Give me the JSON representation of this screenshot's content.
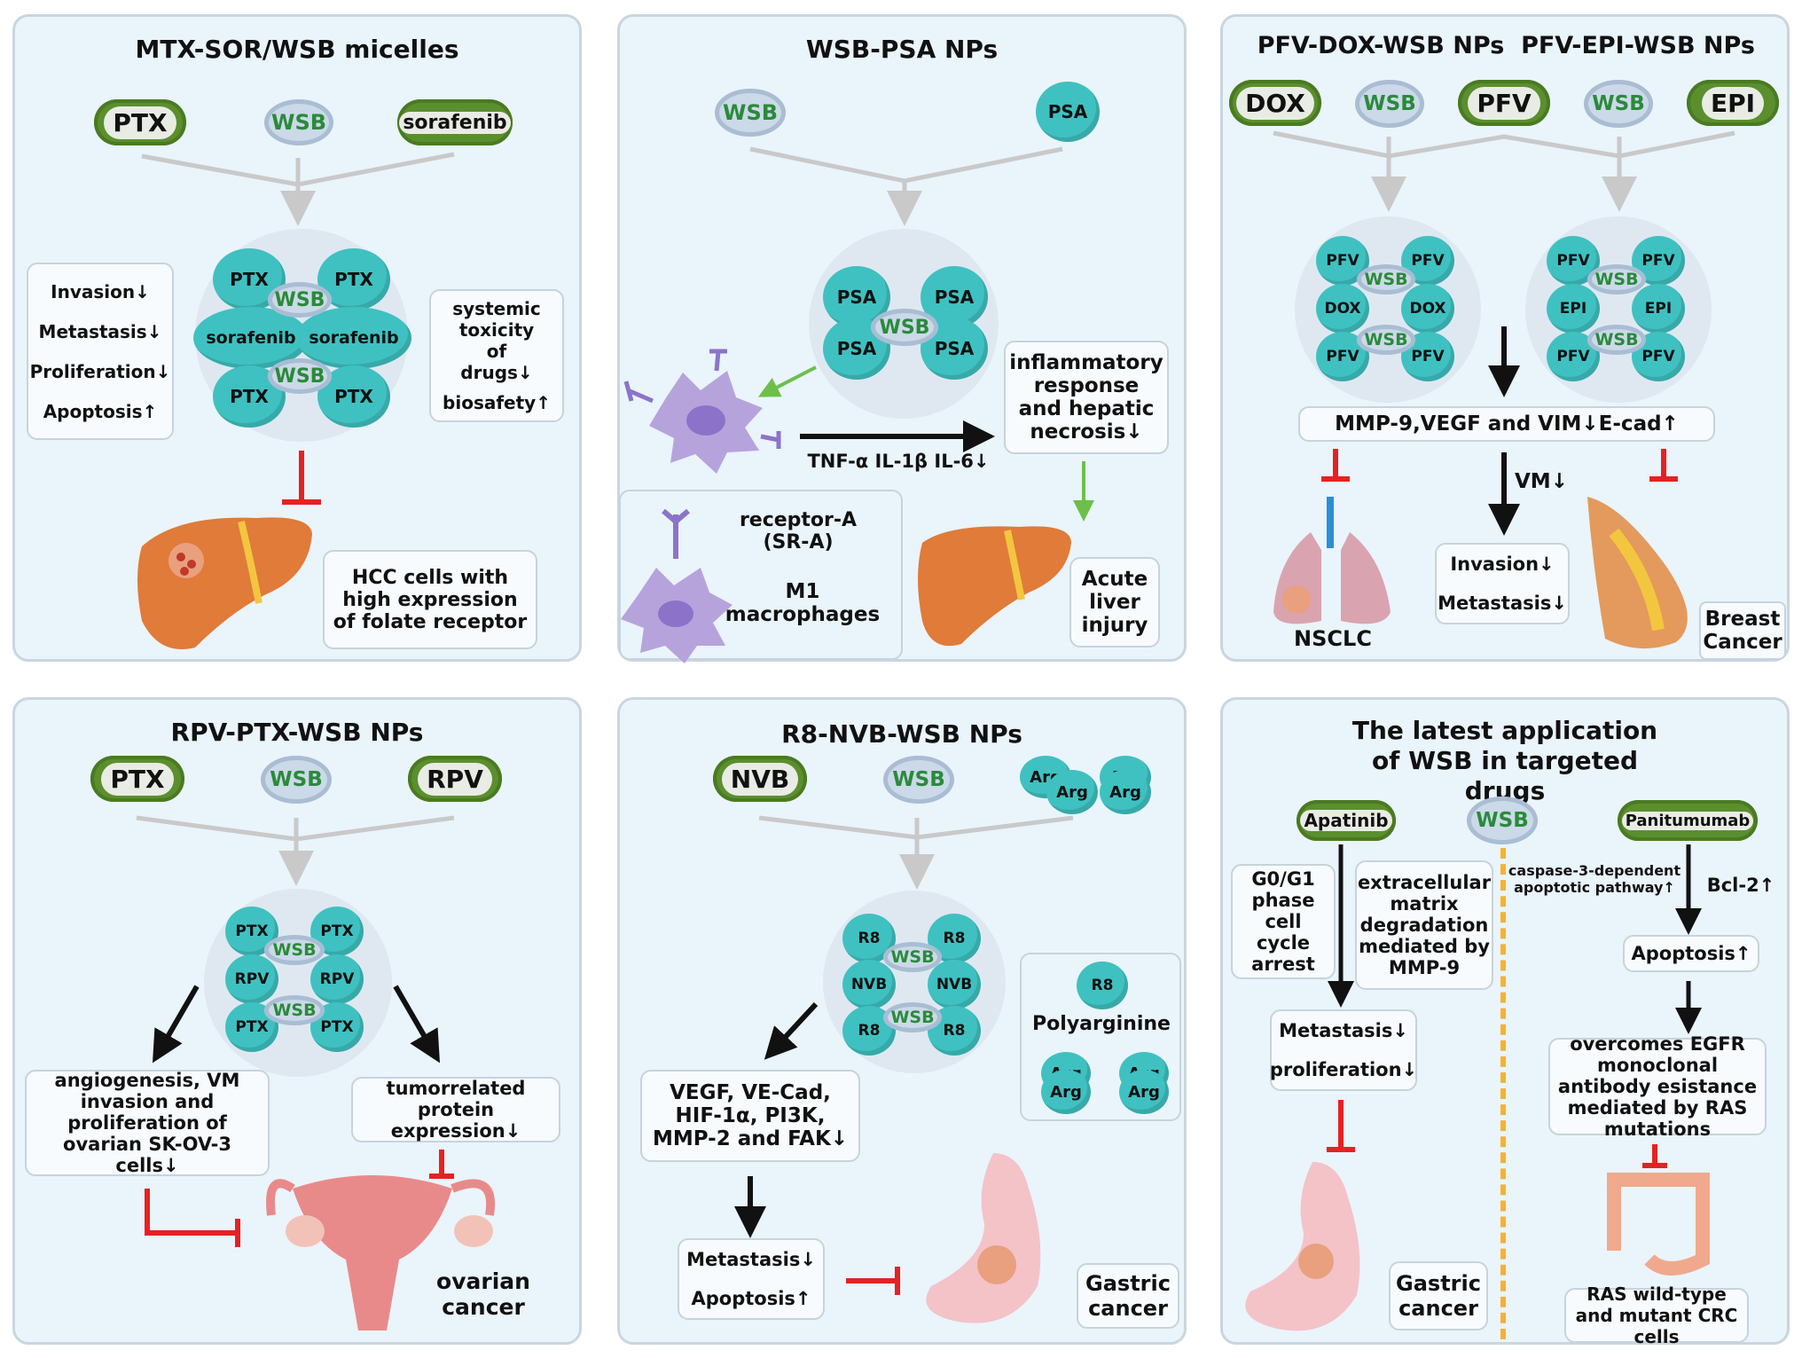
{
  "panel1": {
    "title": "MTX-SOR/WSB micelles",
    "pills": {
      "left": "PTX",
      "right": "sorafenib"
    },
    "wsb": "WSB",
    "core": {
      "ptx": "PTX",
      "sorafenib": "sorafenib",
      "wsb": "WSB"
    },
    "effects": [
      "Invasion↓",
      "Metastasis↓",
      "Proliferation↓",
      "Apoptosis↑"
    ],
    "safety": {
      "toxicity": "systemic toxicity of drugs↓",
      "biosafety": "biosafety↑"
    },
    "target": "HCC cells with high expression of folate receptor"
  },
  "panel2": {
    "title": "WSB-PSA NPs",
    "wsb": "WSB",
    "psa": "PSA",
    "cytokines": "TNF-α IL-1β IL-6↓",
    "inflammation": "inflammatory response and hepatic necrosis↓",
    "legend_receptor": "receptor-A (SR-A)",
    "legend_macrophage": "M1 macrophages",
    "target": "Acute liver injury"
  },
  "panel3": {
    "title_left": "PFV-DOX-WSB NPs",
    "title_right": "PFV-EPI-WSB NPs",
    "pills": [
      "DOX",
      "PFV",
      "EPI"
    ],
    "wsb": "WSB",
    "labels": {
      "pfv": "PFV",
      "dox": "DOX",
      "epi": "EPI"
    },
    "markers": "MMP-9,VEGF and VIM↓E-cad↑",
    "vm": "VM↓",
    "effects": [
      "Invasion↓",
      "Metastasis↓"
    ],
    "lung": "NSCLC",
    "breast": "Breast Cancer"
  },
  "panel4": {
    "title": "RPV-PTX-WSB NPs",
    "pills": {
      "left": "PTX",
      "right": "RPV"
    },
    "wsb": "WSB",
    "labels": {
      "ptx": "PTX",
      "rpv": "RPV"
    },
    "left_effect": "angiogenesis, VM invasion and proliferation of ovarian SK-OV-3 cells↓",
    "right_effect": "tumorrelated protein expression↓",
    "target": "ovarian cancer"
  },
  "panel5": {
    "title": "R8-NVB-WSB NPs",
    "pills": {
      "left": "NVB"
    },
    "wsb": "WSB",
    "arg": "Arg",
    "labels": {
      "r8": "R8",
      "nvb": "NVB"
    },
    "polyarginine": "Polyarginine",
    "markers": "VEGF, VE-Cad, HIF-1α, PI3K, MMP-2 and FAK↓",
    "effects": [
      "Metastasis↓",
      "Apoptosis↑"
    ],
    "target": "Gastric cancer"
  },
  "panel6": {
    "title": "The latest application of WSB in targeted drugs",
    "pills": {
      "left": "Apatinib",
      "right": "Panitumumab"
    },
    "wsb": "WSB",
    "cell_cycle": "G0/G1 phase cell cycle arrest",
    "ecm": "extracellular matrix degradation mediated by MMP-9",
    "effects": [
      "Metastasis↓",
      "proliferation↓"
    ],
    "gastric": "Gastric cancer",
    "caspase": "caspase-3-dependent apoptotic pathway↑",
    "bcl2": "Bcl-2↑",
    "apoptosis": "Apoptosis↑",
    "egfr": "overcomes EGFR monoclonal antibody esistance mediated by RAS mutations",
    "crc": "RAS wild-type and mutant CRC cells"
  },
  "colors": {
    "panel_bg": "#eaf4fb",
    "drug_pill": "#5b8f2e",
    "nanoparticle": "#3fc1c1",
    "inhibit": "#e52222",
    "divider": "#f5b233"
  }
}
